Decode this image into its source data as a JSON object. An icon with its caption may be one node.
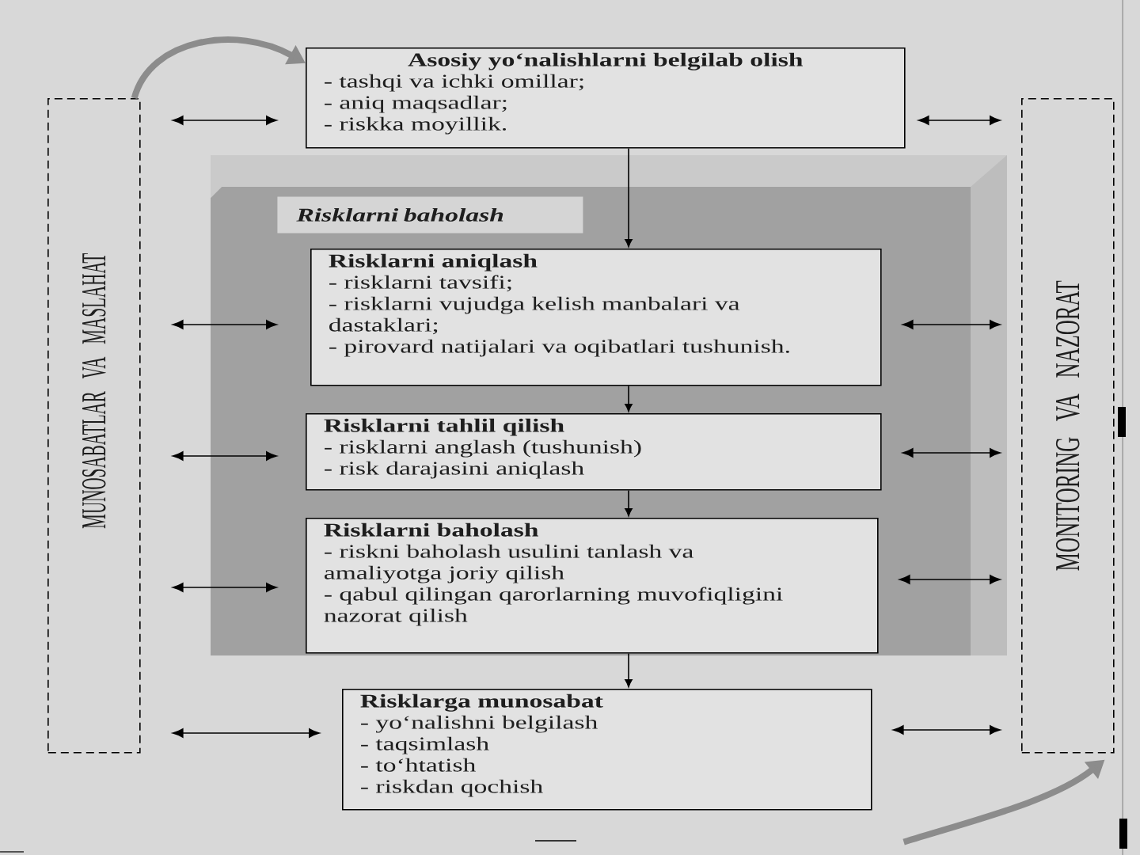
{
  "diagram": {
    "nodes": [
      {
        "text": [
          "MUNOSABATLAR VA MASLAHAT"
        ]
      },
      {
        "text": [
          "Asosiy yo‘nalishlarni belgilab olish",
          "- tashqi va ichki omillar;",
          "- aniq maqsadlar;",
          "- riskka moyillik."
        ]
      },
      {
        "text": [
          "Risklarni baholash"
        ]
      },
      {
        "text": [
          "Risklarni aniqlash",
          "- risklarni tavsifi;",
          "- risklarni vujudga kelish manbalari va dastaklari;",
          "- pirovard natijalari va oqibatlari tushunish."
        ],
        "in": 2
      },
      {
        "text": [
          "Risklarni tahlil qilish",
          "- risklarni anglash (tushunish)",
          "- risk darajasini aniqlash"
        ],
        "in": 2
      },
      {
        "text": [
          "Risklarni baholash",
          "- riskni baholash usulini tanlash va amaliyotga joriy qilish",
          "- qabul qilingan qarorlarning muvofiqligini nazorat qilish"
        ],
        "in": 2
      },
      {
        "text": [
          "Risklarga munosabat",
          "- yo‘nalishni belgilash",
          "- taqsimlash",
          "- to‘htatish",
          "- riskdan qochish"
        ]
      },
      {
        "text": [
          "MONITORING VA NAZORAT"
        ]
      }
    ],
    "edges": [
      {
        "from": 1,
        "to": 3,
        "arrow": "to"
      },
      {
        "from": 3,
        "to": 4,
        "arrow": "to"
      },
      {
        "from": 4,
        "to": 5,
        "arrow": "to"
      },
      {
        "from": 5,
        "to": 6,
        "arrow": "to"
      },
      {
        "from": 0,
        "to": 1,
        "arrow": "both"
      },
      {
        "from": 0,
        "to": 3,
        "arrow": "both"
      },
      {
        "from": 0,
        "to": 4,
        "arrow": "both"
      },
      {
        "from": 0,
        "to": 5,
        "arrow": "both"
      },
      {
        "from": 0,
        "to": 6,
        "arrow": "both"
      },
      {
        "from": 1,
        "to": 7,
        "arrow": "both"
      },
      {
        "from": 3,
        "to": 7,
        "arrow": "both"
      },
      {
        "from": 4,
        "to": 7,
        "arrow": "both"
      },
      {
        "from": 5,
        "to": 7,
        "arrow": "both"
      },
      {
        "from": 6,
        "to": 7,
        "arrow": "both"
      },
      {
        "from": 0,
        "to": 1,
        "arrow": "to",
        "style": "thick",
        "color": "#8c8c8c"
      },
      {
        "from": 6,
        "to": 7,
        "arrow": "to",
        "style": "thick",
        "color": "#8c8c8c"
      }
    ]
  }
}
